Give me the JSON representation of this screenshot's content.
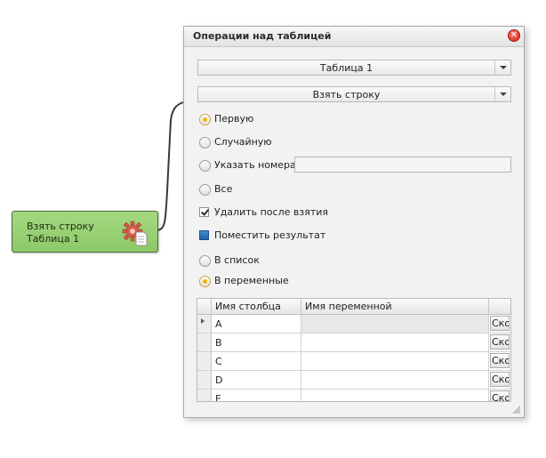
{
  "node": {
    "line1": "Взять строку",
    "line2": "Таблица 1"
  },
  "dialog": {
    "title": "Операции над таблицей",
    "table_select": {
      "value": "Таблица 1"
    },
    "operation_select": {
      "value": "Взять строку"
    },
    "row_options": [
      {
        "label": "Первую",
        "selected": true
      },
      {
        "label": "Случайную",
        "selected": false
      },
      {
        "label": "Указать номера",
        "selected": false
      },
      {
        "label": "Все",
        "selected": false
      }
    ],
    "row_number_field": {
      "value": ""
    },
    "delete_after_take": {
      "label": "Удалить после взятия",
      "checked": true
    },
    "place_result": {
      "label": "Поместить результат"
    },
    "dest_options": [
      {
        "label": "В список",
        "selected": false
      },
      {
        "label": "В переменные",
        "selected": true
      }
    ],
    "grid": {
      "headers": [
        "Имя столбца",
        "Имя переменной"
      ],
      "rows": [
        {
          "column": "A",
          "variable": "",
          "button": "Ско"
        },
        {
          "column": "B",
          "variable": "",
          "button": "Ско"
        },
        {
          "column": "C",
          "variable": "",
          "button": "Ско"
        },
        {
          "column": "D",
          "variable": "",
          "button": "Ско"
        },
        {
          "column": "E",
          "variable": "",
          "button": "Ско"
        }
      ]
    }
  },
  "colors": {
    "node_fill": "#8dc968",
    "radio_selected": "#f2b418",
    "close_button": "#d32414"
  }
}
